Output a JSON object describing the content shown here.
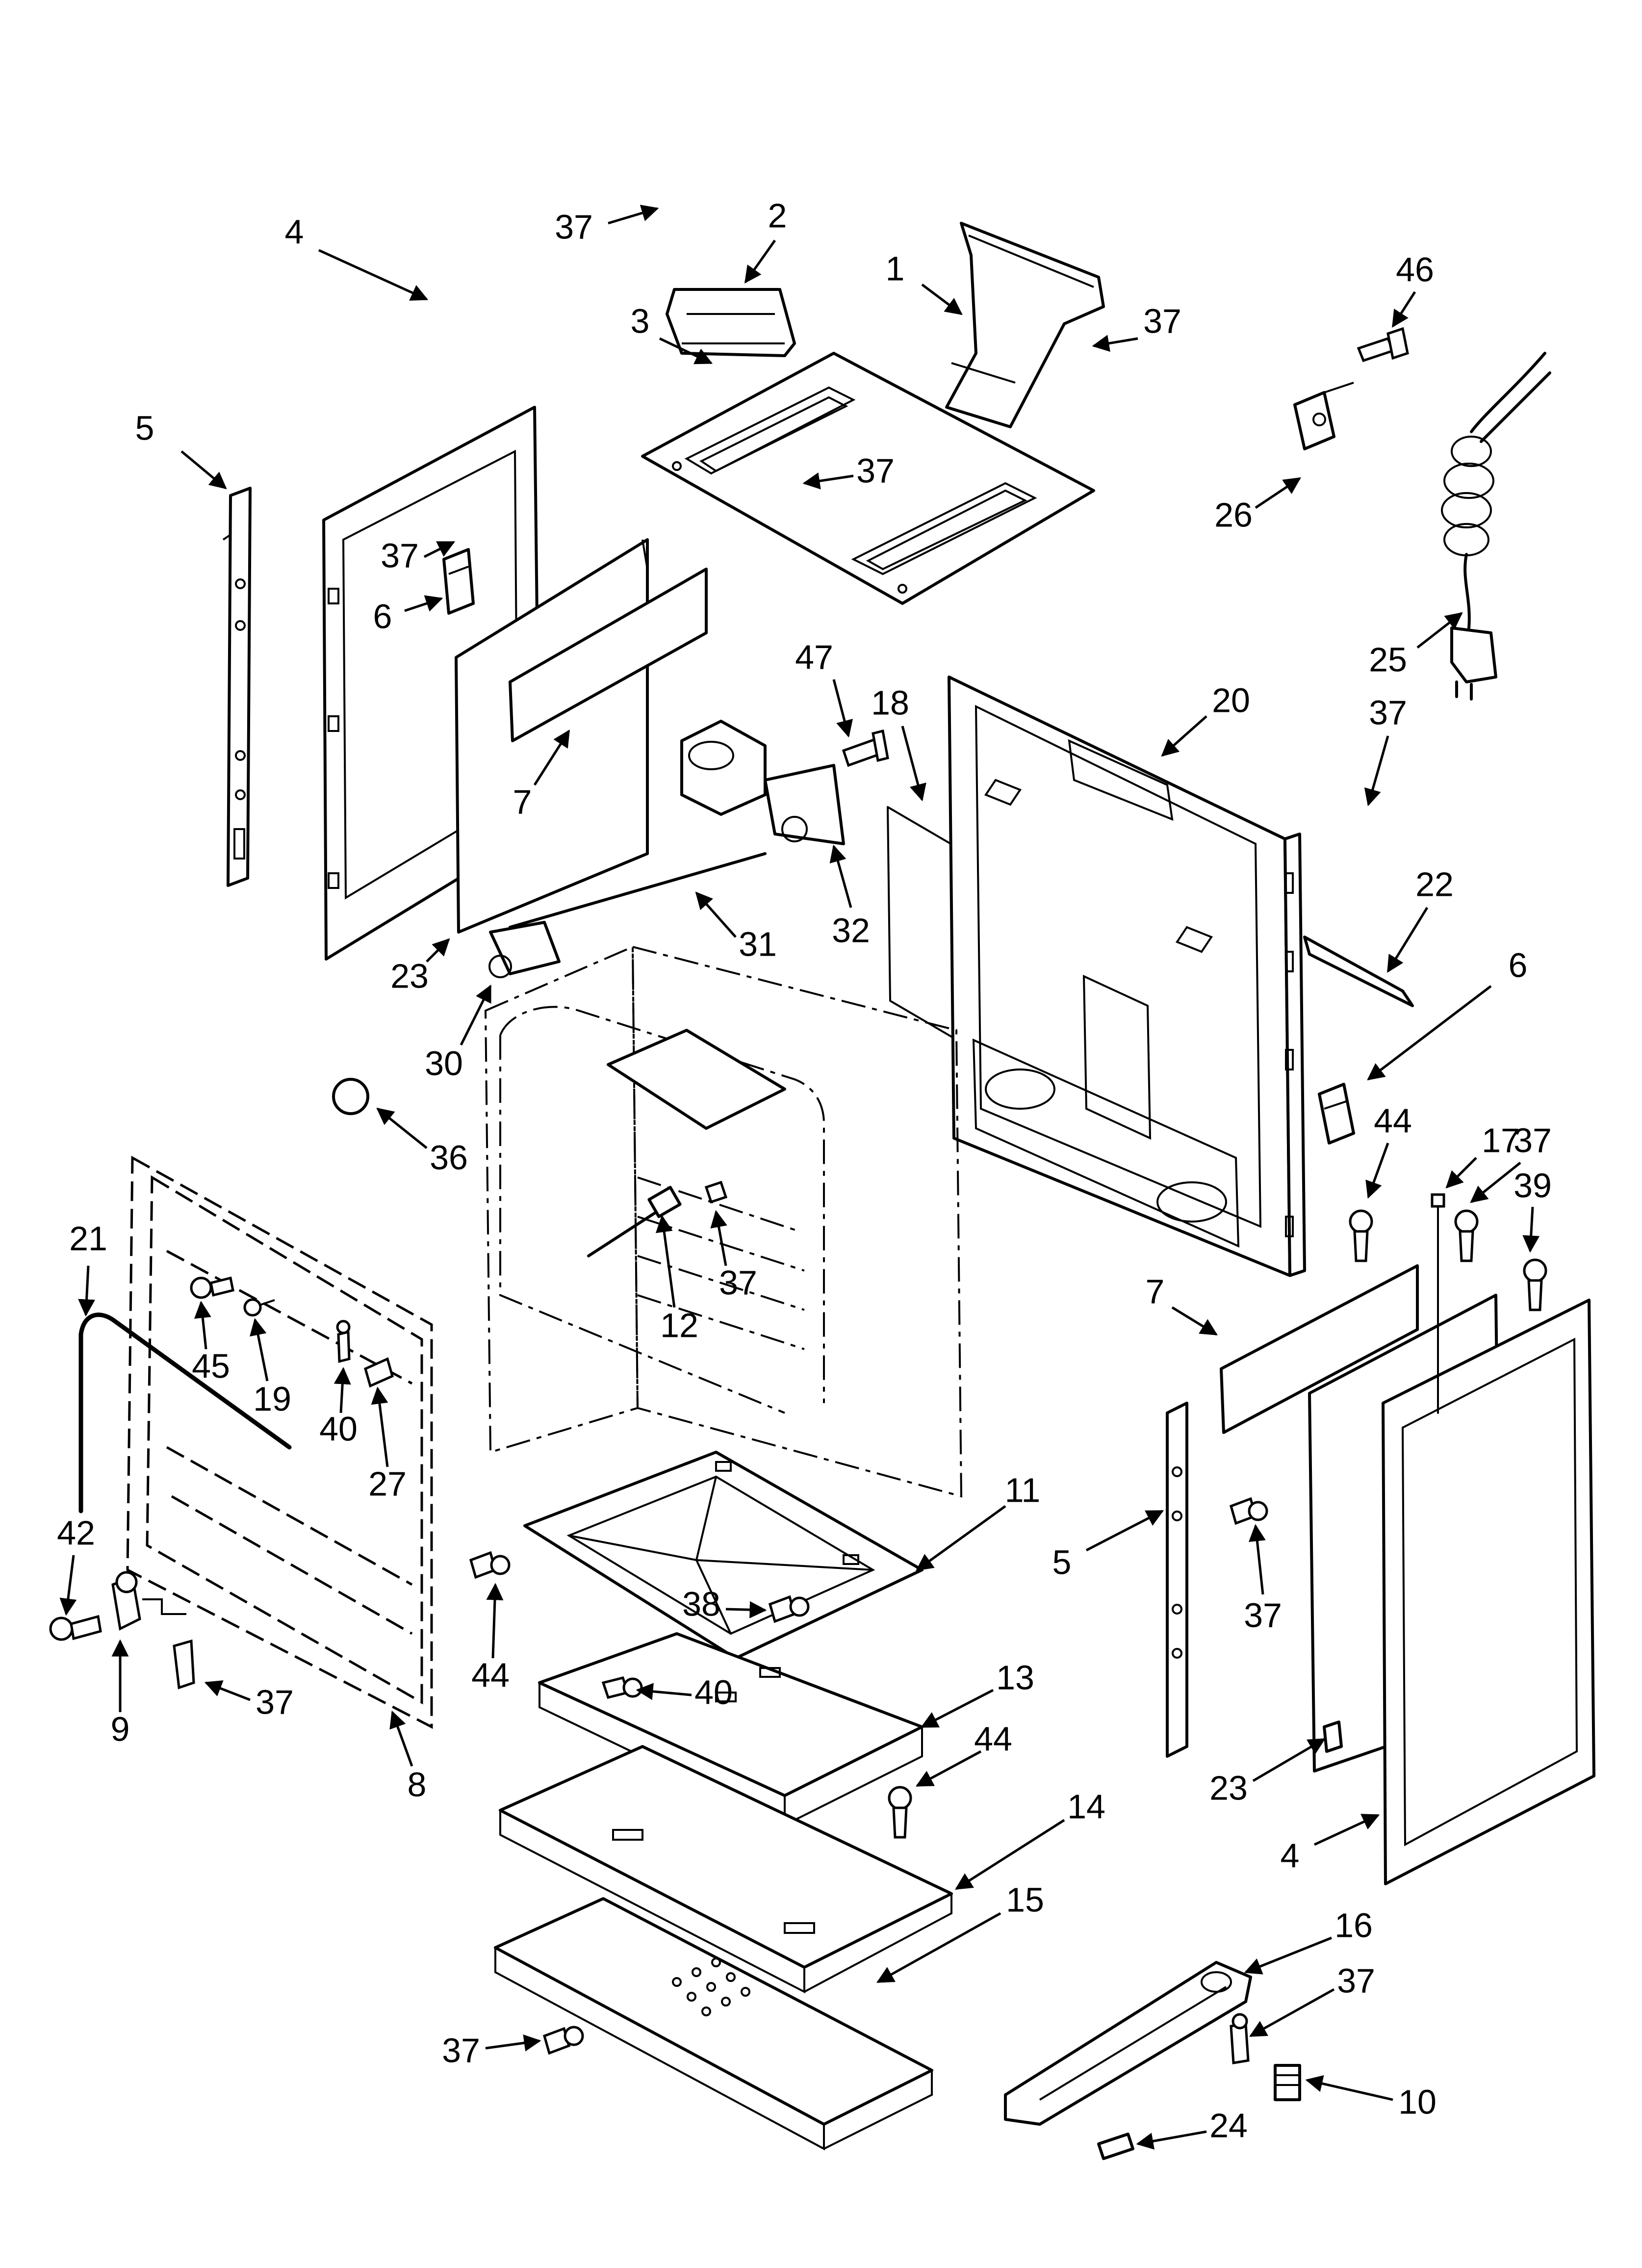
{
  "callouts": [
    {
      "id": "c-37-a",
      "label": "37"
    },
    {
      "id": "c-2",
      "label": "2"
    },
    {
      "id": "c-1",
      "label": "1"
    },
    {
      "id": "c-37-b",
      "label": "37"
    },
    {
      "id": "c-46",
      "label": "46"
    },
    {
      "id": "c-4-a",
      "label": "4"
    },
    {
      "id": "c-3",
      "label": "3"
    },
    {
      "id": "c-37-c",
      "label": "37"
    },
    {
      "id": "c-5-a",
      "label": "5"
    },
    {
      "id": "c-37-d",
      "label": "37"
    },
    {
      "id": "c-26",
      "label": "26"
    },
    {
      "id": "c-6-a",
      "label": "6"
    },
    {
      "id": "c-25",
      "label": "25"
    },
    {
      "id": "c-47",
      "label": "47"
    },
    {
      "id": "c-18",
      "label": "18"
    },
    {
      "id": "c-20",
      "label": "20"
    },
    {
      "id": "c-7-a",
      "label": "7"
    },
    {
      "id": "c-37-e",
      "label": "37"
    },
    {
      "id": "c-32",
      "label": "32"
    },
    {
      "id": "c-31",
      "label": "31"
    },
    {
      "id": "c-22",
      "label": "22"
    },
    {
      "id": "c-23-a",
      "label": "23"
    },
    {
      "id": "c-6-b",
      "label": "6"
    },
    {
      "id": "c-30",
      "label": "30"
    },
    {
      "id": "c-36",
      "label": "36"
    },
    {
      "id": "c-44-a",
      "label": "44"
    },
    {
      "id": "c-17",
      "label": "17"
    },
    {
      "id": "c-37-f",
      "label": "37"
    },
    {
      "id": "c-39",
      "label": "39"
    },
    {
      "id": "c-21",
      "label": "21"
    },
    {
      "id": "c-37-g",
      "label": "37"
    },
    {
      "id": "c-12",
      "label": "12"
    },
    {
      "id": "c-7-b",
      "label": "7"
    },
    {
      "id": "c-45",
      "label": "45"
    },
    {
      "id": "c-19",
      "label": "19"
    },
    {
      "id": "c-40-a",
      "label": "40"
    },
    {
      "id": "c-27",
      "label": "27"
    },
    {
      "id": "c-11",
      "label": "11"
    },
    {
      "id": "c-42",
      "label": "42"
    },
    {
      "id": "c-5-b",
      "label": "5"
    },
    {
      "id": "c-38",
      "label": "38"
    },
    {
      "id": "c-37-h",
      "label": "37"
    },
    {
      "id": "c-44-b",
      "label": "44"
    },
    {
      "id": "c-40-b",
      "label": "40"
    },
    {
      "id": "c-13",
      "label": "13"
    },
    {
      "id": "c-9",
      "label": "9"
    },
    {
      "id": "c-37-i",
      "label": "37"
    },
    {
      "id": "c-44-c",
      "label": "44"
    },
    {
      "id": "c-8",
      "label": "8"
    },
    {
      "id": "c-23-b",
      "label": "23"
    },
    {
      "id": "c-14",
      "label": "14"
    },
    {
      "id": "c-4-b",
      "label": "4"
    },
    {
      "id": "c-15",
      "label": "15"
    },
    {
      "id": "c-16",
      "label": "16"
    },
    {
      "id": "c-37-j",
      "label": "37"
    },
    {
      "id": "c-37-k",
      "label": "37"
    },
    {
      "id": "c-10",
      "label": "10"
    },
    {
      "id": "c-24",
      "label": "24"
    }
  ]
}
